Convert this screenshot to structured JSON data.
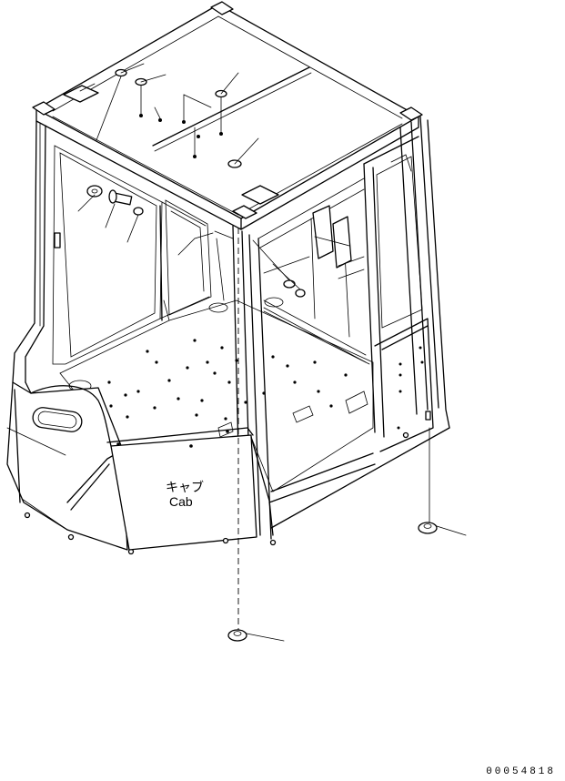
{
  "labels": {
    "cab_jp": "キャブ",
    "cab_en": "Cab"
  },
  "document_number": "00054818",
  "colors": {
    "line": "#000000",
    "background": "#ffffff"
  }
}
